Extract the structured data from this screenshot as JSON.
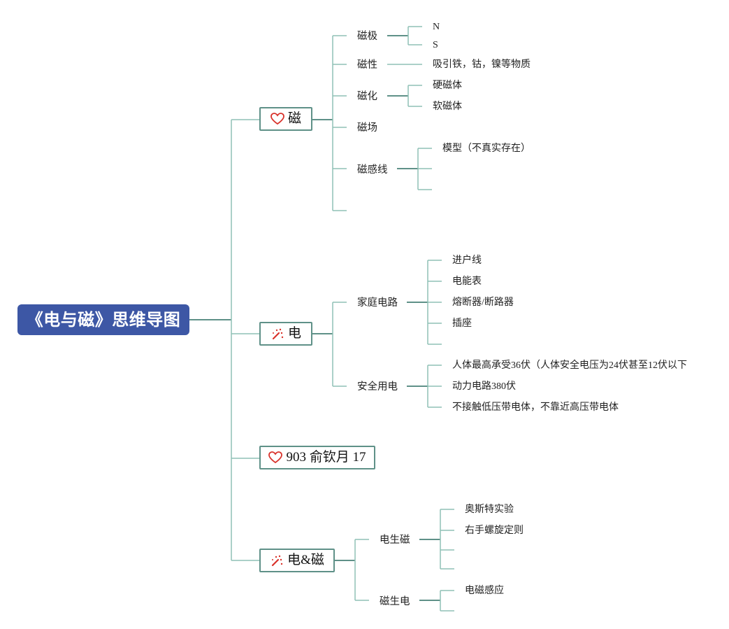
{
  "root": {
    "title": "《电与磁》思维导图"
  },
  "branches": {
    "magnet": {
      "label": "磁",
      "icon": "heart-icon",
      "children": {
        "poles": {
          "label": "磁极",
          "items": [
            "N",
            "S"
          ]
        },
        "magnetism": {
          "label": "磁性",
          "items": [
            "吸引铁，钴，镍等物质"
          ]
        },
        "magnetization": {
          "label": "磁化",
          "items": [
            "硬磁体",
            "软磁体"
          ]
        },
        "field": {
          "label": "磁场"
        },
        "field_lines": {
          "label": "磁感线",
          "items": [
            "模型（不真实存在）"
          ]
        }
      }
    },
    "electric": {
      "label": "电",
      "icon": "magic-wand-icon",
      "children": {
        "household": {
          "label": "家庭电路",
          "items": [
            "进户线",
            "电能表",
            "熔断器/断路器",
            "插座"
          ]
        },
        "safety": {
          "label": "安全用电",
          "items": [
            "人体最高承受36伏（人体安全电压为24伏甚至12伏以下",
            "动力电路380伏",
            "不接触低压带电体，不靠近高压带电体"
          ]
        }
      }
    },
    "author": {
      "label": "903 俞钦月 17",
      "icon": "heart-icon"
    },
    "electromagnet": {
      "label": "电&磁",
      "icon": "magic-wand-icon",
      "children": {
        "electric_to_magnetic": {
          "label": "电生磁",
          "items": [
            "奥斯特实验",
            "右手螺旋定则"
          ]
        },
        "magnetic_to_electric": {
          "label": "磁生电",
          "items": [
            "电磁感应"
          ]
        }
      }
    }
  },
  "colors": {
    "root_bg": "#3d57a5",
    "branch_border": "#5f9188",
    "connector": "#8fc1b6",
    "connector_dark": "#5f9188",
    "icon_red": "#d9322b"
  }
}
